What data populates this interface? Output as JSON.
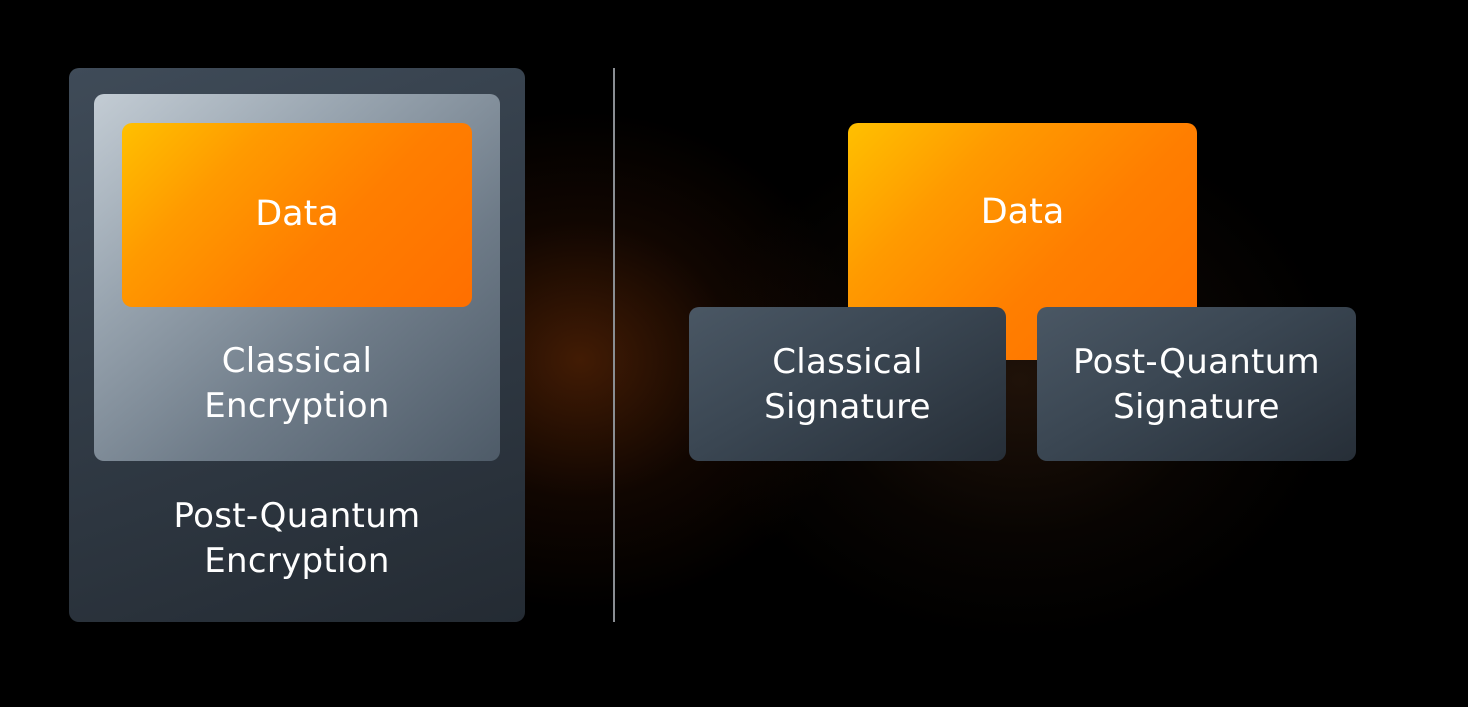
{
  "encryption": {
    "data_label": "Data",
    "classical_line1": "Classical",
    "classical_line2": "Encryption",
    "pq_line1": "Post-Quantum",
    "pq_line2": "Encryption"
  },
  "signatures": {
    "data_label": "Data",
    "classical_line1": "Classical",
    "classical_line2": "Signature",
    "pq_line1": "Post-Quantum",
    "pq_line2": "Signature"
  },
  "colors": {
    "background": "#000000",
    "data_orange": "#ff7e00",
    "data_yellow": "#ffc000",
    "slate_dark": "#323c47",
    "slate_light": "#c3ccd4",
    "divider": "#8a8e93",
    "text": "#ffffff"
  }
}
